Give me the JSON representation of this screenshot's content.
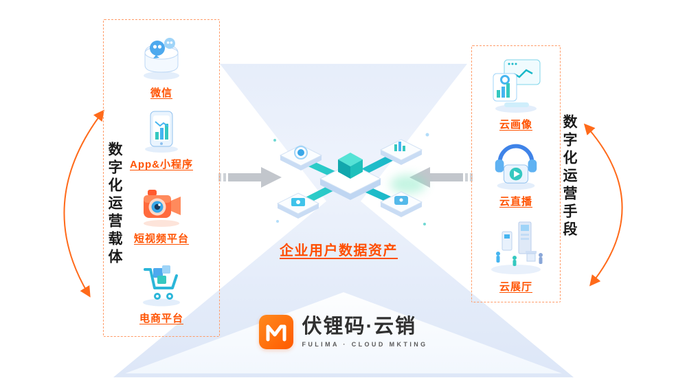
{
  "colors": {
    "accent_orange": "#ff5200",
    "dashed_border": "#ff9a66",
    "teal": "#35c8c0",
    "blue": "#46b5f0",
    "arrow_gray": "#c2c6cc",
    "logo_orange": "#ff6a00"
  },
  "left_panel": {
    "vertical_label": "数字化运营载体",
    "items": [
      {
        "label": "微信",
        "icon": "wechat-icon"
      },
      {
        "label": "App&小程序",
        "icon": "app-miniprogram-icon"
      },
      {
        "label": "短视频平台",
        "icon": "short-video-icon"
      },
      {
        "label": "电商平台",
        "icon": "ecommerce-icon"
      }
    ]
  },
  "right_panel": {
    "vertical_label": "数字化运营手段",
    "items": [
      {
        "label": "云画像",
        "icon": "cloud-profile-icon"
      },
      {
        "label": "云直播",
        "icon": "cloud-live-icon"
      },
      {
        "label": "云展厅",
        "icon": "cloud-exhibition-icon"
      }
    ]
  },
  "center": {
    "label": "企业用户数据资产"
  },
  "logo": {
    "name": "伏锂码·云销",
    "tagline": "FULIMA · CLOUD MKTING"
  }
}
